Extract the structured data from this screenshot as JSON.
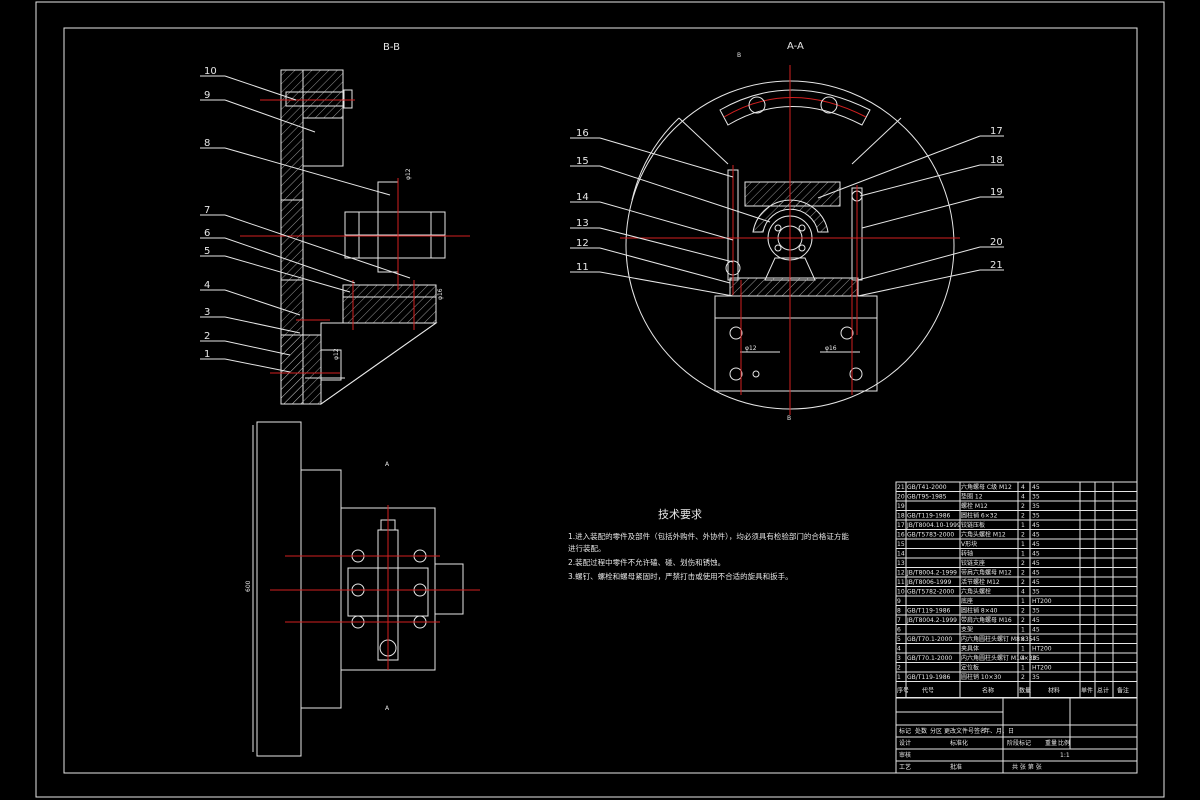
{
  "drawing": {
    "section_bb": "B-B",
    "section_aa": "A-A",
    "marker_b": "B",
    "marker_a": "A",
    "dim_600": "600",
    "dim_phi12": "φ12",
    "dim_phi16": "φ16"
  },
  "leaders_bb": [
    "10",
    "9",
    "8",
    "7",
    "6",
    "5",
    "4",
    "3",
    "2",
    "1"
  ],
  "leaders_aa_left": [
    "16",
    "15",
    "14",
    "13",
    "12",
    "11"
  ],
  "leaders_aa_right": [
    "17",
    "18",
    "19",
    "20",
    "21"
  ],
  "tech_requirements": {
    "title": "技术要求",
    "lines": [
      "1.进入装配的零件及部件（包括外购件、外协件），均必须具有检验部门的合格证方能",
      "进行装配。",
      "2.装配过程中零件不允许磕、碰、划伤和锈蚀。",
      "3.螺钉、螺栓和螺母紧固时，严禁打击或使用不合适的旋具和扳手。"
    ]
  },
  "bom": {
    "header": [
      "序号",
      "代号",
      "名称",
      "数量",
      "材料",
      "单件",
      "总计",
      "备注"
    ],
    "rows": [
      [
        "21",
        "GB/T41-2000",
        "六角螺母 C级 M12",
        "4",
        "45"
      ],
      [
        "20",
        "GB/T95-1985",
        "垫圈 12",
        "4",
        "35"
      ],
      [
        "19",
        "",
        "螺栓 M12",
        "2",
        "35"
      ],
      [
        "18",
        "GB/T119-1986",
        "圆柱销 6×32",
        "2",
        "35"
      ],
      [
        "17",
        "JB/T8004.10-1999",
        "铰链压板",
        "1",
        "45"
      ],
      [
        "16",
        "GB/T5783-2000",
        "六角头螺栓 M12",
        "2",
        "45"
      ],
      [
        "15",
        "",
        "V形块",
        "1",
        "45"
      ],
      [
        "14",
        "",
        "转轴",
        "1",
        "45"
      ],
      [
        "13",
        "",
        "铰链支座",
        "2",
        "45"
      ],
      [
        "12",
        "JB/T8004.2-1999",
        "带肩六角螺母 M12",
        "2",
        "45"
      ],
      [
        "11",
        "JB/T8006-1999",
        "活节螺栓 M12",
        "2",
        "45"
      ],
      [
        "10",
        "GB/T5782-2000",
        "六角头螺栓",
        "4",
        "35"
      ],
      [
        "9",
        "",
        "底座",
        "1",
        "HT200"
      ],
      [
        "8",
        "GB/T119-1986",
        "圆柱销 8×40",
        "2",
        "35"
      ],
      [
        "7",
        "JB/T8004.2-1999",
        "带肩六角螺母 M16",
        "2",
        "45"
      ],
      [
        "6",
        "",
        "支架",
        "1",
        "45"
      ],
      [
        "5",
        "GB/T70.1-2000",
        "内六角圆柱头螺钉 M8×35",
        "8",
        "45"
      ],
      [
        "4",
        "",
        "夹具体",
        "1",
        "HT200"
      ],
      [
        "3",
        "GB/T70.1-2000",
        "内六角圆柱头螺钉 M10×30",
        "4",
        "35"
      ],
      [
        "2",
        "",
        "定位板",
        "1",
        "HT200"
      ],
      [
        "1",
        "GB/T119-1986",
        "圆柱销 10×30",
        "2",
        "35"
      ]
    ]
  },
  "title_block": {
    "mark": "标记",
    "count": "处数",
    "zone": "分区",
    "change_doc": "更改文件号",
    "sign": "签名",
    "date": "年、月、日",
    "design": "设计",
    "standardize": "标准化",
    "stage_mark": "阶段标记",
    "weight": "重量",
    "scale": "比例",
    "scale_value": "1:1",
    "review": "审核",
    "process": "工艺",
    "approve": "批准",
    "sheets": "共 张 第 张"
  }
}
